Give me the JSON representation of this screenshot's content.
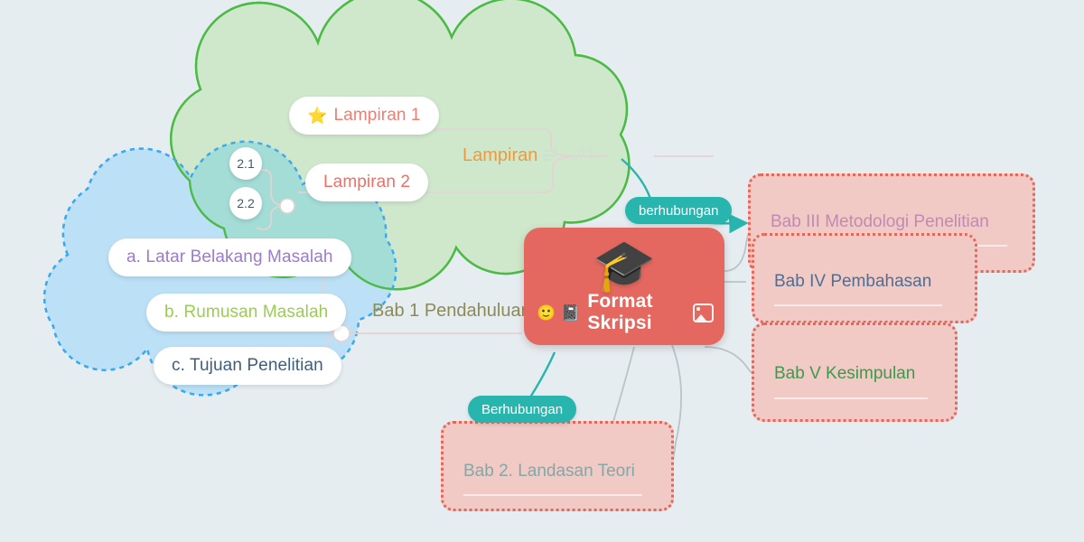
{
  "canvas": {
    "background_color": "#e6edf1",
    "title_text": "Format Skripsi"
  },
  "root_node": {
    "label": "Format Skripsi",
    "emoji_face": "🙂",
    "emoji_book": "📓",
    "graduation_cap_emoji": "🎓",
    "image_icon": "image-icon",
    "fill_color": "#e4685f",
    "text_color": "#ffffff"
  },
  "clouds": [
    {
      "name": "green-cloud",
      "style": "solid",
      "border_color": "#4cbb45",
      "fill_color": "#cfe8cc"
    },
    {
      "name": "blue-cloud",
      "style": "dashed",
      "border_color": "#3ba9ef",
      "fill_color": "#bce0f5"
    }
  ],
  "topics": {
    "lampiran": {
      "label": "Lampiran",
      "color": "#ee9a3c",
      "note_icon": "note-lines-plus-icon",
      "link_icon": "link-icon",
      "link_count": "1"
    },
    "bab1": {
      "label": "Bab 1 Pendahuluan",
      "color": "#8c8a55"
    }
  },
  "pills": [
    {
      "label": "Lampiran 1",
      "emoji": "⭐",
      "color": "#ef7e72",
      "name": "node-lampiran-1"
    },
    {
      "label": "Lampiran 2",
      "emoji": "",
      "color": "#ef6f64",
      "name": "node-lampiran-2"
    },
    {
      "label": "a. Latar Belakang Masalah",
      "emoji": "",
      "color": "#9b7cc7",
      "name": "node-latar-belakang-masalah"
    },
    {
      "label": "b. Rumusan Masalah",
      "emoji": "",
      "color": "#9acd51",
      "name": "node-rumusan-masalah"
    },
    {
      "label": "c. Tujuan Penelitian",
      "emoji": "",
      "color": "#3f5e7e",
      "name": "node-tujuan-penelitian"
    }
  ],
  "badges": [
    {
      "label": "2.1",
      "name": "badge-2-1"
    },
    {
      "label": "2.2",
      "name": "badge-2-2"
    }
  ],
  "dotted_boxes": [
    {
      "label": "Bab III Metodologi Penelitian",
      "color": "#c08ab4",
      "name": "node-bab-3-metodologi-penelitian"
    },
    {
      "label": "Bab IV Pembahasan",
      "color": "#4d6f93",
      "name": "node-bab-4-pembahasan"
    },
    {
      "label": "Bab V Kesimpulan",
      "color": "#3d9a4b",
      "name": "node-bab-5-kesimpulan"
    },
    {
      "label": "Bab 2. Landasan Teori",
      "color": "#81a9a8",
      "name": "node-bab-2-landasan-teori"
    }
  ],
  "relations": [
    {
      "label": "berhubungan",
      "name": "relation-label-berhubungan-lower",
      "color": "#27b5ad"
    },
    {
      "label": "Berhubungan",
      "name": "relation-label-berhubungan-upper",
      "color": "#27b5ad"
    }
  ]
}
